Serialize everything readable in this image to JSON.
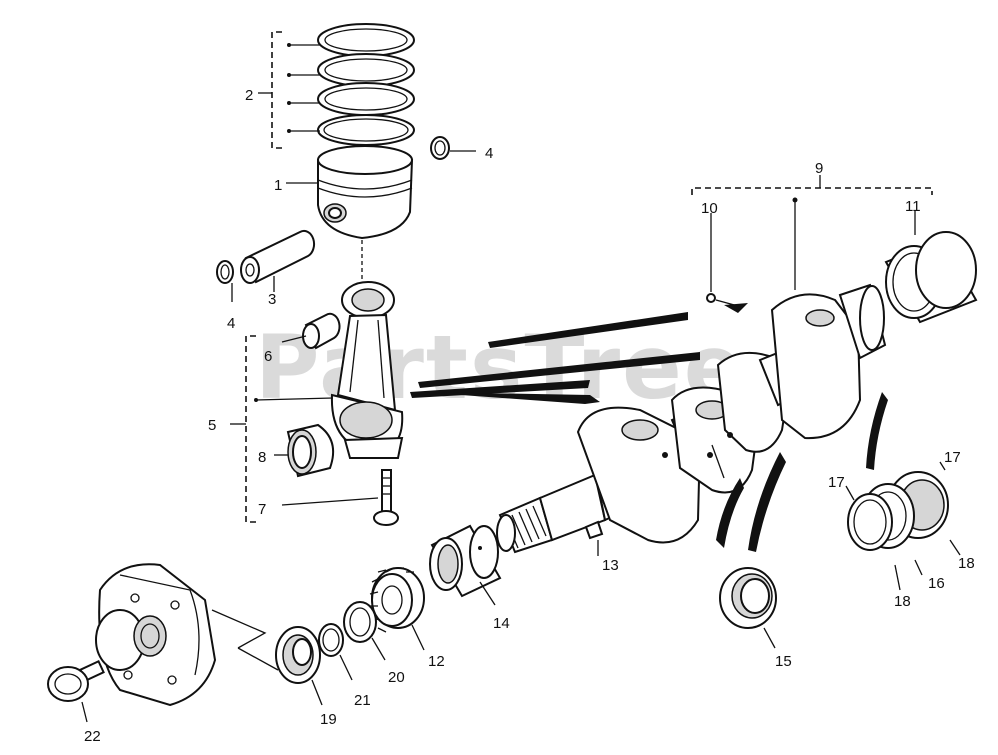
{
  "watermark": "PartsTree",
  "callouts": {
    "c1": "1",
    "c2": "2",
    "c3": "3",
    "c4a": "4",
    "c4b": "4",
    "c5": "5",
    "c6": "6",
    "c7": "7",
    "c8": "8",
    "c9": "9",
    "c10": "10",
    "c11": "11",
    "c12": "12",
    "c13": "13",
    "c14": "14",
    "c15": "15",
    "c16": "16",
    "c17a": "17",
    "c17b": "17",
    "c18a": "18",
    "c18b": "18",
    "c19": "19",
    "c20": "20",
    "c21": "21",
    "c22": "22"
  }
}
